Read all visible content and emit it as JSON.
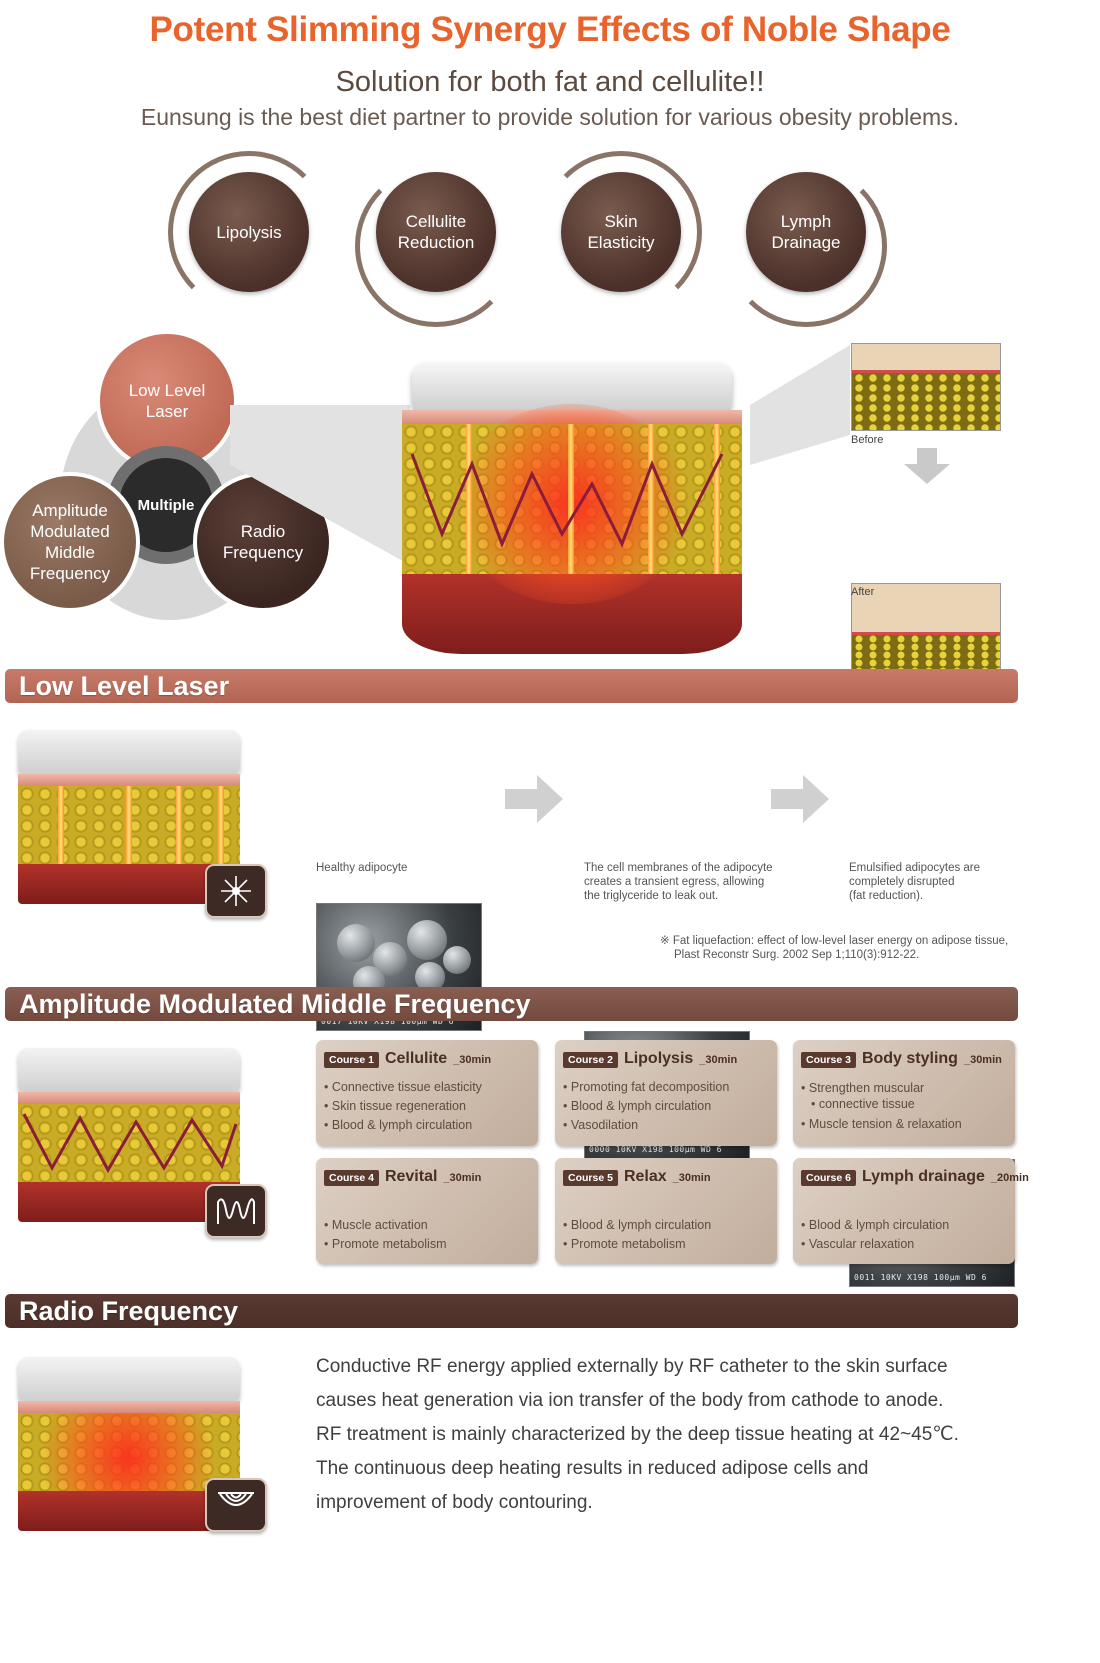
{
  "header": {
    "title": "Potent Slimming Synergy Effects of Noble Shape",
    "subtitle": "Solution for both fat and cellulite!!",
    "tagline": "Eunsung is the best diet partner to provide solution for various obesity problems."
  },
  "benefits": [
    {
      "line1": "Lipolysis",
      "line2": ""
    },
    {
      "line1": "Cellulite",
      "line2": "Reduction"
    },
    {
      "line1": "Skin",
      "line2": "Elasticity"
    },
    {
      "line1": "Lymph",
      "line2": "Drainage"
    }
  ],
  "triad": {
    "laser_l1": "Low Level",
    "laser_l2": "Laser",
    "center": "Multiple",
    "am_l1": "Amplitude",
    "am_l2": "Modulated",
    "am_l3": "Middle",
    "am_l4": "Frequency",
    "rf_l1": "Radio",
    "rf_l2": "Frequency"
  },
  "before_after": {
    "before": "Before",
    "after": "After"
  },
  "sections": {
    "laser": "Low Level Laser",
    "am": "Amplitude Modulated Middle Frequency",
    "rf": "Radio Frequency"
  },
  "laser": {
    "micro": [
      {
        "scale": "0017  10KV      X198  100µm  WD 6",
        "caption_l1": "Healthy adipocyte",
        "caption_l2": "",
        "caption_l3": ""
      },
      {
        "scale": "0000  10KV      X198  100µm  WD 6",
        "caption_l1": "The cell membranes of the adipocyte",
        "caption_l2": "creates a transient egress, allowing",
        "caption_l3": "the triglyceride to leak out."
      },
      {
        "scale": "0011  10KV      X198  100µm  WD 6",
        "caption_l1": "Emulsified adipocytes are",
        "caption_l2": "completely disrupted",
        "caption_l3": "(fat reduction)."
      }
    ],
    "ref_l1": "※ Fat liquefaction: effect of low-level laser energy on adipose tissue,",
    "ref_l2": "Plast Reconstr Surg. 2002 Sep 1;110(3):912-22."
  },
  "courses": [
    {
      "tag": "Course 1",
      "name": "Cellulite",
      "dur": "_30min",
      "items": [
        "Connective tissue elasticity",
        "Skin tissue regeneration",
        "Blood & lymph circulation"
      ]
    },
    {
      "tag": "Course 2",
      "name": "Lipolysis",
      "dur": "_30min",
      "items": [
        "Promoting fat decomposition",
        "Blood & lymph circulation",
        "Vasodilation"
      ]
    },
    {
      "tag": "Course 3",
      "name": "Body styling",
      "dur": "_30min",
      "items": [
        "Strengthen muscular",
        "connective tissue",
        "Muscle tension & relaxation"
      ]
    },
    {
      "tag": "Course 4",
      "name": "Revital",
      "dur": "_30min",
      "items": [
        "Muscle activation",
        "Promote metabolism"
      ]
    },
    {
      "tag": "Course 5",
      "name": "Relax",
      "dur": "_30min",
      "items": [
        "Blood & lymph circulation",
        "Promote metabolism"
      ]
    },
    {
      "tag": "Course 6",
      "name": "Lymph drainage",
      "dur": "_20min",
      "items": [
        "Blood & lymph circulation",
        "Vascular relaxation"
      ]
    }
  ],
  "rf": {
    "lines": [
      "Conductive RF energy applied externally by RF catheter to the skin surface",
      "causes heat generation via ion transfer of the body from cathode to anode.",
      "RF treatment is mainly characterized by the deep tissue heating at 42~45℃.",
      "The continuous deep heating results in reduced adipose cells and",
      "improvement of body contouring."
    ]
  }
}
